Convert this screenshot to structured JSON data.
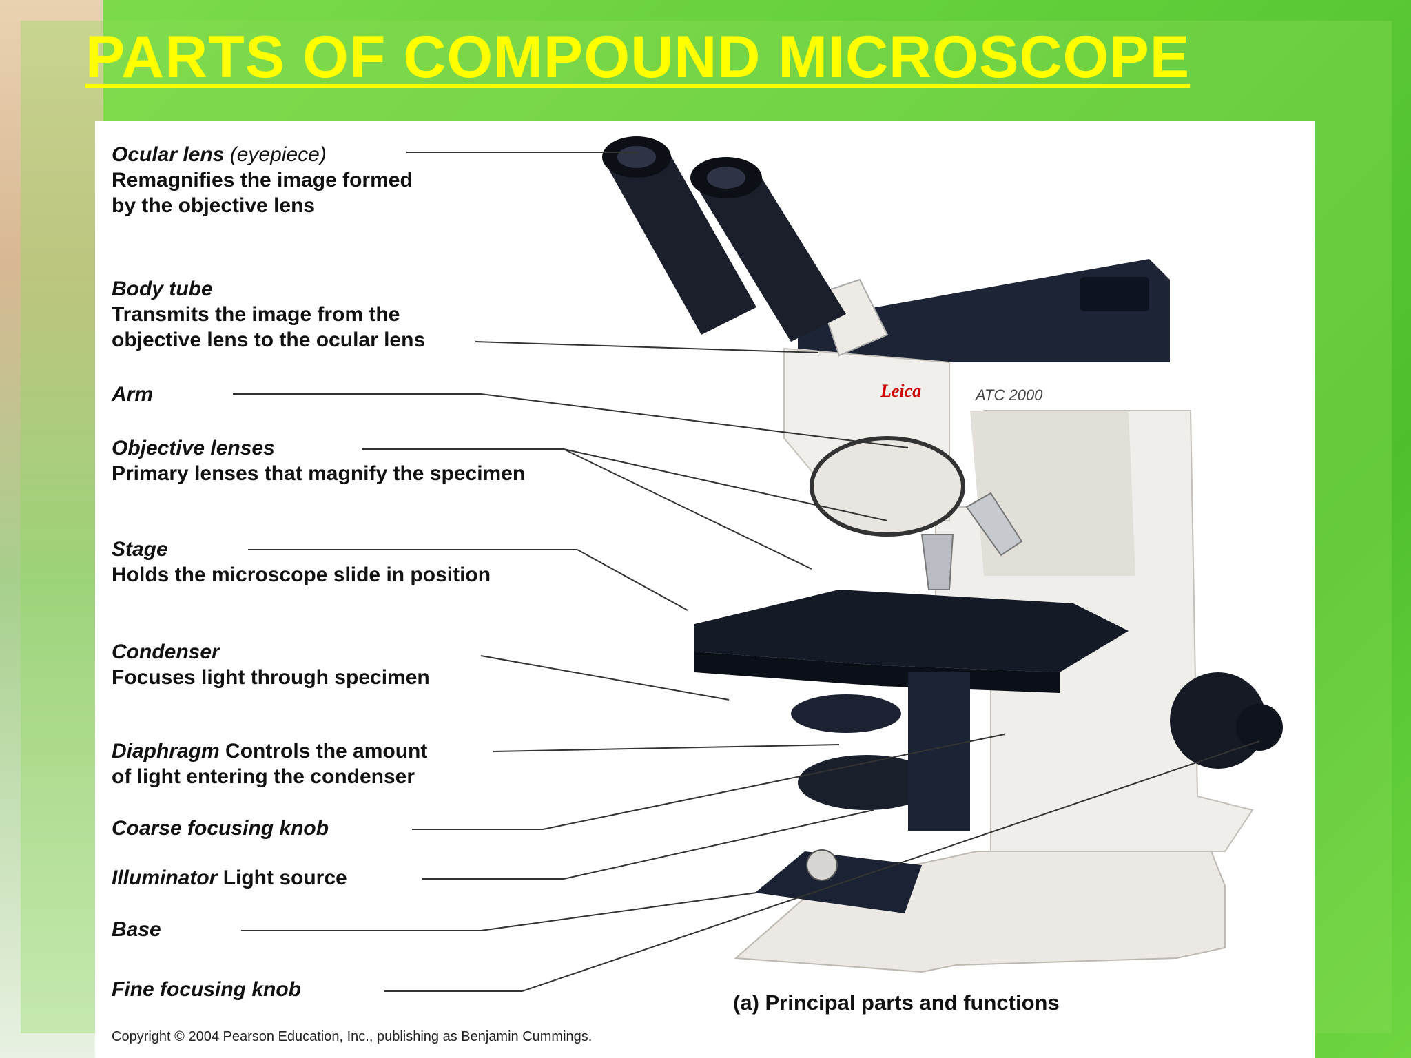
{
  "title": "PARTS OF COMPOUND MICROSCOPE",
  "labels": {
    "ocular": {
      "name": "Ocular lens",
      "paren": "(eyepiece)",
      "desc1": "Remagnifies the image formed",
      "desc2": "by the objective lens"
    },
    "body_tube": {
      "name": "Body tube",
      "desc1": "Transmits the image from the",
      "desc2": "objective lens to the ocular lens"
    },
    "arm": {
      "name": "Arm"
    },
    "objective": {
      "name": "Objective lenses",
      "desc1": "Primary lenses that magnify the specimen"
    },
    "stage": {
      "name": "Stage",
      "desc1": "Holds the microscope slide in position"
    },
    "condenser": {
      "name": "Condenser",
      "desc1": "Focuses light through specimen"
    },
    "diaphragm": {
      "name": "Diaphragm",
      "desc_inline": "Controls the amount",
      "desc2": "of light entering the condenser"
    },
    "coarse": {
      "name": "Coarse focusing knob"
    },
    "illuminator": {
      "name": "Illuminator",
      "desc_inline": "Light source"
    },
    "base": {
      "name": "Base"
    },
    "fine": {
      "name": "Fine focusing knob"
    }
  },
  "microscope": {
    "brand": "Leica",
    "model": "ATC 2000"
  },
  "caption": {
    "letter": "(a)",
    "text": "Principal parts and functions"
  },
  "copyright": "Copyright © 2004 Pearson Education, Inc., publishing as Benjamin Cummings.",
  "colors": {
    "title": "#ffff00",
    "background": "#63cf3a",
    "brand": "#cc0000"
  }
}
